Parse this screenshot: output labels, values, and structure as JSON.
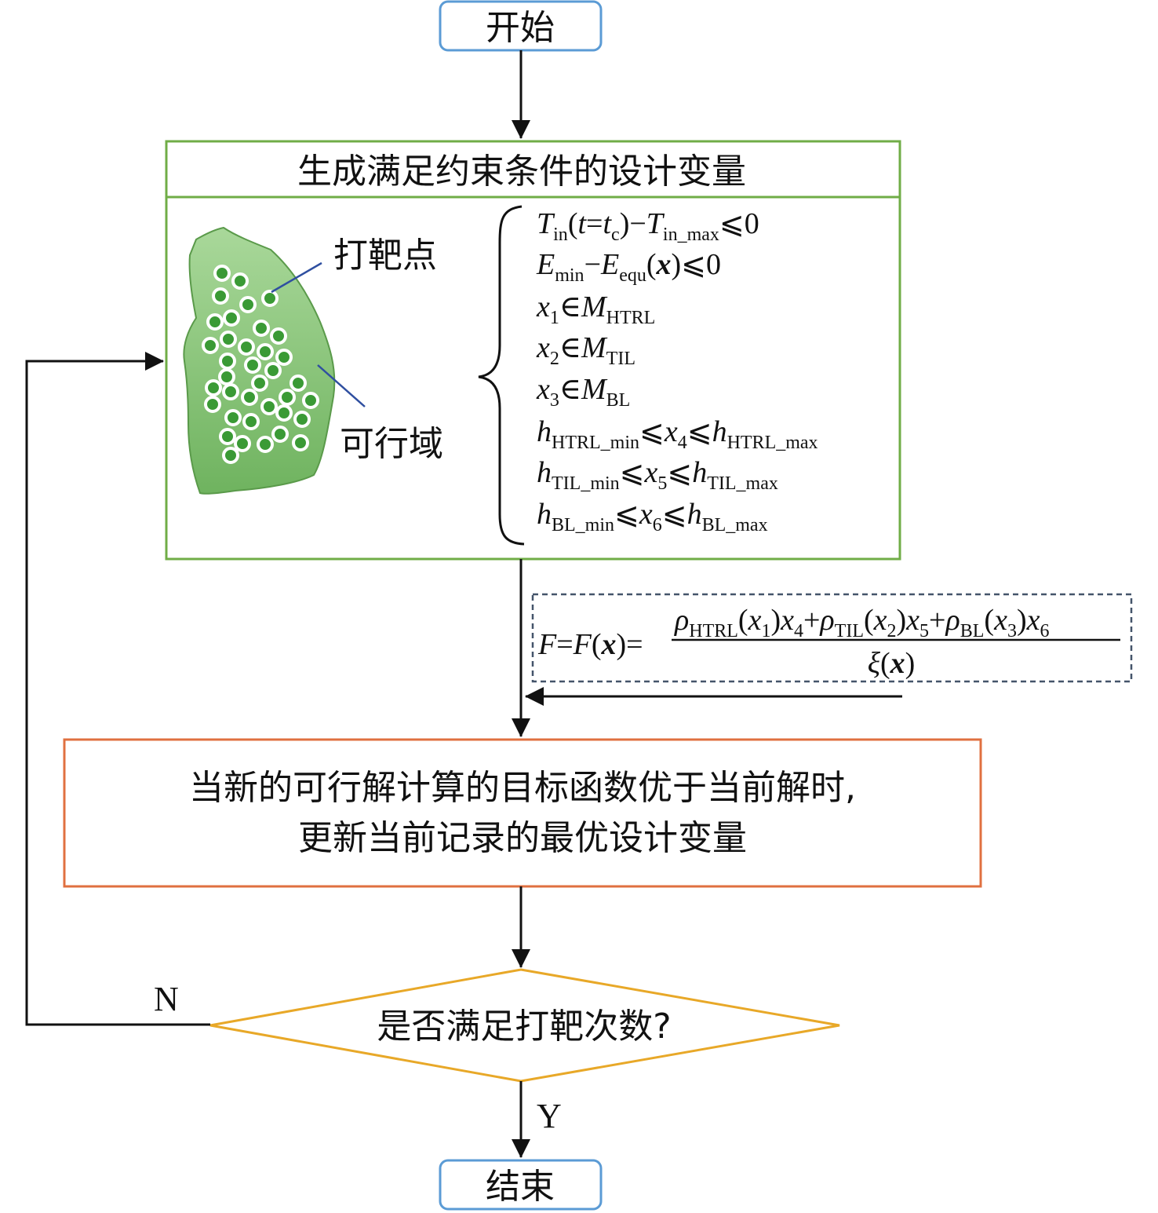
{
  "nodes": {
    "start": "开始",
    "generate": "生成满足约束条件的设计变量",
    "update_line1": "当新的可行解计算的目标函数优于当前解时,",
    "update_line2": "更新当前记录的最优设计变量",
    "decision": "是否满足打靶次数?",
    "end": "结束"
  },
  "labels": {
    "target_points": "打靶点",
    "feasible_region": "可行域",
    "no": "N",
    "yes": "Y"
  },
  "constraints": [
    "T_in(t=t_c)−T_in_max⩽0",
    "E_min−E_equ(x)⩽0",
    "x_1∈M_HTRL",
    "x_2∈M_TIL",
    "x_3∈M_BL",
    "h_HTRL_min⩽x_4⩽h_HTRL_max",
    "h_TIL_min⩽x_5⩽h_TIL_max",
    "h_BL_min⩽x_6⩽h_BL_max"
  ],
  "objective": {
    "lhs": "F=F(x)=",
    "numerator": "ρ_HTRL(x_1)x_4+ρ_TIL(x_2)x_5+ρ_BL(x_3)x_6",
    "denominator": "ξ(x)"
  },
  "colors": {
    "terminal_border": "#5b9bd5",
    "generate_border": "#70ad47",
    "update_border": "#e07040",
    "decision_border": "#e8a828",
    "objective_border": "#44546a",
    "leader_line": "#2f4fa0",
    "region_fill": "#8cc97a",
    "dot_fill": "#3a9a35"
  }
}
